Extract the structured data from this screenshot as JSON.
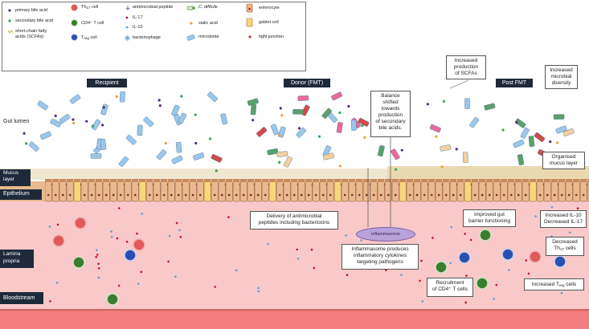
{
  "legend": {
    "primary_bile_acid": "primary bile acid",
    "secondary_bile_acid": "secondary bile acid",
    "scfa_line1": "short-chain fatty",
    "scfa_line2": "acids (SCFAs)",
    "th17_main": "Th",
    "th17_sub": "17",
    "th17_suffix": " cell",
    "cd4": "CD4⁺ T cell",
    "treg_main": "T",
    "treg_sub": "reg",
    "treg_suffix": " cell",
    "antimicrobial_peptide": "antimicrobial peptide",
    "il17": "IL-17",
    "il10": "IL-10",
    "bacteriophage": "bacteriophage",
    "c_difficile": "C. difficile",
    "sialic_acid": "sialic acid",
    "microbiota": "microbiota",
    "enterocyte": "enterocyte",
    "goblet_cell": "goblet cell",
    "tight_junction": "tight junction"
  },
  "labels": {
    "recipient": "Recipient",
    "donor": "Donor (FMT)",
    "post_fmt": "Post FMT",
    "gut_lumen": "Gut lumen",
    "mucus_line1": "Mucus",
    "mucus_line2": "layer",
    "epithelium": "Epithelium",
    "lamina_line1": "Lamina",
    "lamina_line2": "propria",
    "bloodstream": "Bloodstream"
  },
  "callouts": {
    "scfa_line1": "Increased",
    "scfa_line2": "production",
    "scfa_line3": "of SCFAs",
    "diversity_line1": "Increased",
    "diversity_line2": "microbial",
    "diversity_line3": "diversity",
    "balance_line1": "Balance",
    "balance_line2": "shifted",
    "balance_line3": "towards",
    "balance_line4": "production",
    "balance_line5": "of secondary",
    "balance_line6": "bile acids.",
    "mucus_line1": "Organised",
    "mucus_line2": "mucus layer",
    "delivery_line1": "Delivery of antimicrobial",
    "delivery_line2": "peptides including bacteriocins",
    "inflammasome": "inflammasome",
    "inflam_line1": "Inflammasome produces",
    "inflam_line2": "inflammatory cytokines",
    "inflam_line3": "targeting pathogens",
    "barrier_line1": "Improved gut",
    "barrier_line2": "barrier functioning",
    "il_line1": "Increased IL-10",
    "il_line2": "Decreased IL-17",
    "th17_line1": "Decreased",
    "th17_main": "Th",
    "th17_sub": "17",
    "th17_suffix": " cells",
    "recruit_line1": "Recruitment",
    "recruit_line2": "of CD4⁺ T cells",
    "treg_prefix": "Increased T",
    "treg_sub": "reg",
    "treg_suffix": " cells"
  },
  "colors": {
    "lumen": "#ffffff",
    "mucus_recipient": "#efe6cf",
    "mucus_donor": "#ead9b0",
    "epithelium": "#e9b98f",
    "goblet": "#f6d77c",
    "lamina": "#f9c9c9",
    "blood": "#f07c7c",
    "th17": "#e05a5a",
    "cd4": "#3b7d2f",
    "treg": "#2a4fb0",
    "microbiota": "#9cc6ea",
    "dark_label": "#1e2a3a"
  }
}
